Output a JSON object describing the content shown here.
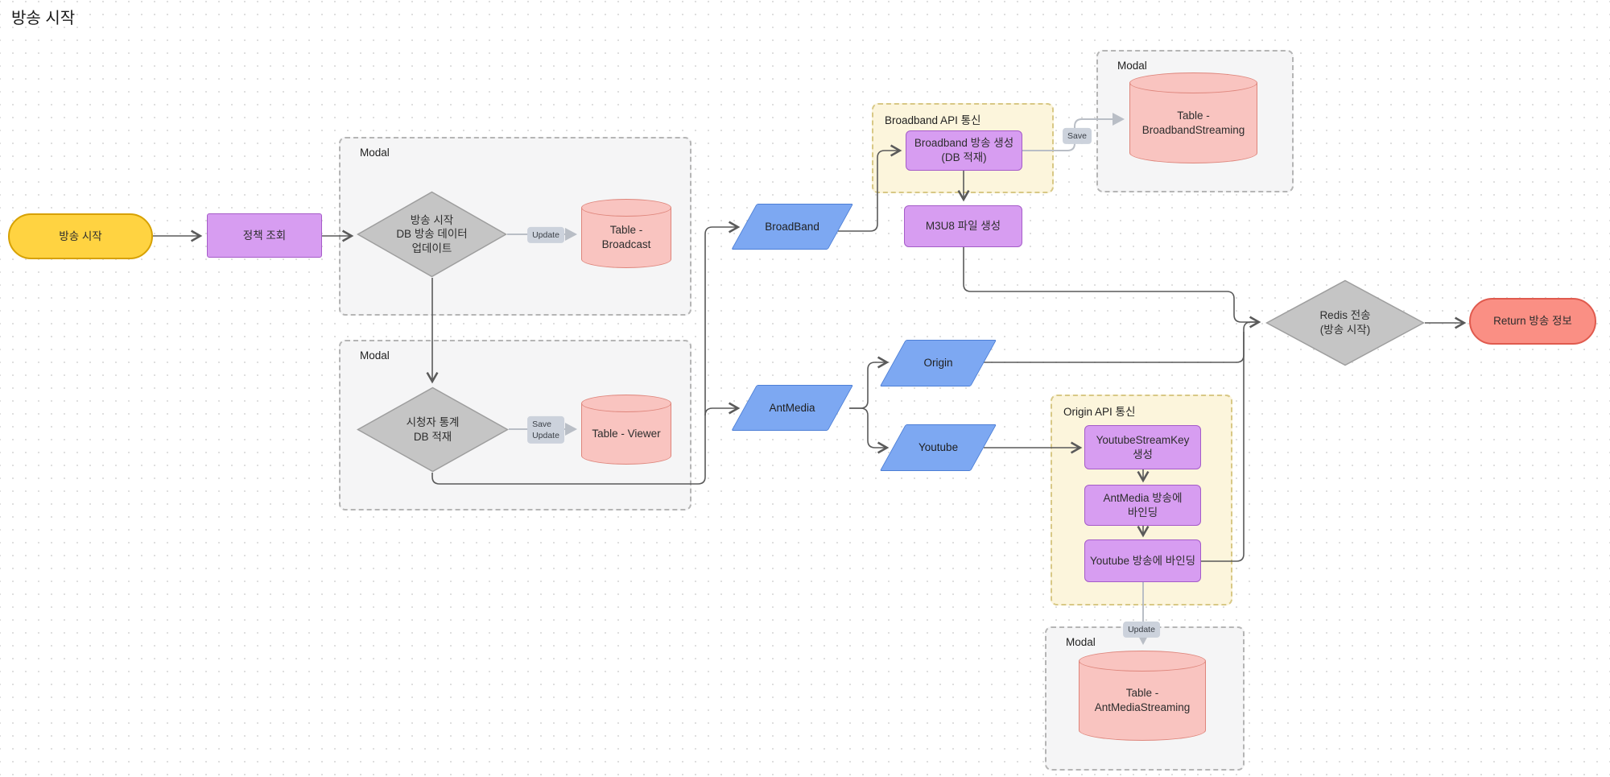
{
  "title": "방송 시작",
  "colors": {
    "start_fill": "#ffd341",
    "start_border": "#d7a102",
    "process_fill": "#d79df1",
    "process_border": "#a55cc8",
    "io_fill": "#7da8f2",
    "io_border": "#4d7fd6",
    "decision_fill": "#c5c5c5",
    "decision_border": "#9e9e9e",
    "db_fill": "#f9c4c0",
    "db_border": "#de857b",
    "return_fill": "#fa8f84",
    "return_border": "#e05a4e",
    "modal_fill": "#f5f5f6",
    "modal_border": "#b5b5b5",
    "api_fill": "#fcf5dc",
    "api_border": "#d8c885",
    "badge_fill": "#ccd2dc",
    "edge_dark": "#5a5a5a",
    "edge_light": "#b9bec6"
  },
  "groups": {
    "modal1": {
      "label": "Modal"
    },
    "modal2": {
      "label": "Modal"
    },
    "modal_broadband": {
      "label": "Modal"
    },
    "modal_antmedia": {
      "label": "Modal"
    },
    "broadband_api": {
      "label": "Broadband API 통신"
    },
    "origin_api": {
      "label": "Origin API 통신"
    }
  },
  "nodes": {
    "start": {
      "label": "방송 시작"
    },
    "policy": {
      "label": "정책 조회"
    },
    "broadcast_update_diamond": {
      "label": "방송 시작\nDB 방송 데이터\n업데이트"
    },
    "table_broadcast": {
      "label": "Table -\nBroadcast"
    },
    "viewer_stats_diamond": {
      "label": "시청자 통계\nDB 적재"
    },
    "table_viewer": {
      "label": "Table - Viewer"
    },
    "broadband": {
      "label": "BroadBand"
    },
    "broadband_create": {
      "label": "Broadband 방송 생성\n(DB 적재)"
    },
    "table_broadband_streaming": {
      "label": "Table -\nBroadbandStreaming"
    },
    "m3u8": {
      "label": "M3U8 파일 생성"
    },
    "antmedia": {
      "label": "AntMedia"
    },
    "origin": {
      "label": "Origin"
    },
    "youtube": {
      "label": "Youtube"
    },
    "youtube_streamkey": {
      "label": "YoutubeStreamKey\n생성"
    },
    "antmedia_bind": {
      "label": "AntMedia 방송에\n바인딩"
    },
    "youtube_bind": {
      "label": "Youtube 방송에 바인딩"
    },
    "table_antmedia_streaming": {
      "label": "Table -\nAntMediaStreaming"
    },
    "redis": {
      "label": "Redis 전송\n(방송 시작)"
    },
    "return": {
      "label": "Return 방송 정보"
    }
  },
  "edge_labels": {
    "update1": {
      "label": "Update"
    },
    "save_update": {
      "label": "Save\nUpdate"
    },
    "save": {
      "label": "Save"
    },
    "update2": {
      "label": "Update"
    }
  }
}
